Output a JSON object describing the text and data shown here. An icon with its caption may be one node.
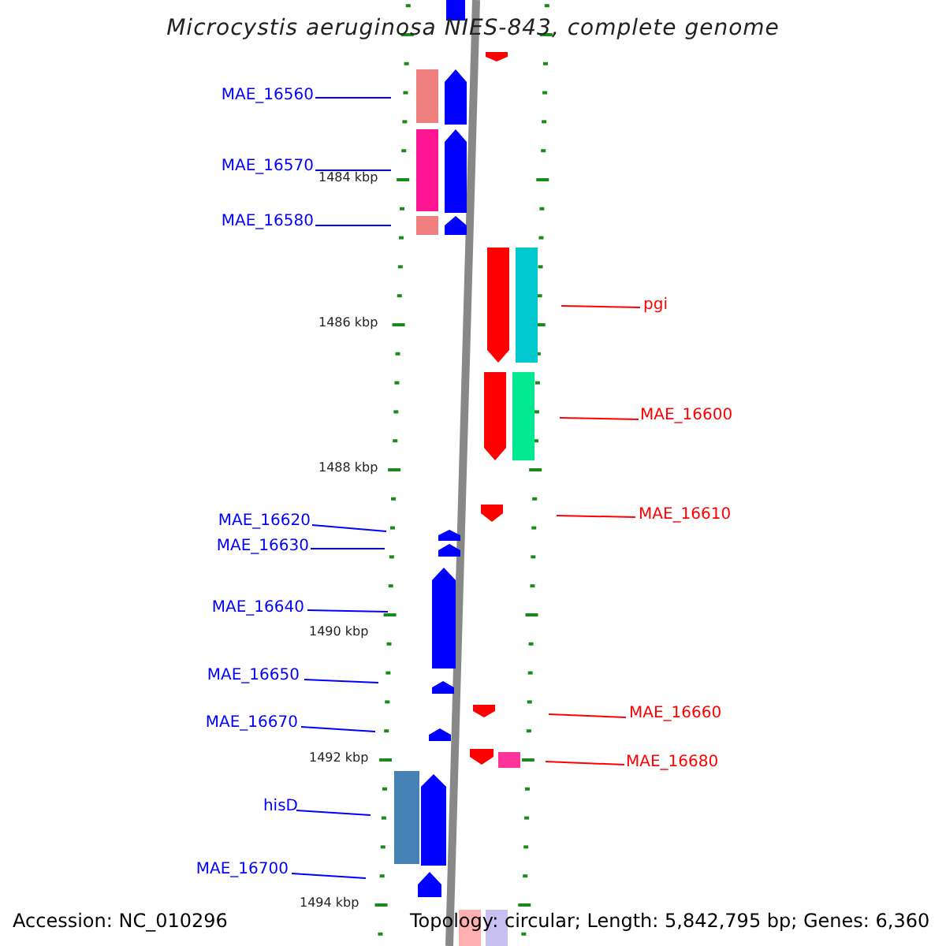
{
  "diagram": {
    "title": "Microcystis aeruginosa NIES-843, complete genome",
    "nodes": [
      {
        "text": [
          "MAE_16560"
        ]
      },
      {
        "text": [
          "MAE_16570"
        ]
      },
      {
        "text": [
          "MAE_16580"
        ]
      },
      {
        "text": [
          "pgi"
        ]
      },
      {
        "text": [
          "MAE_16600"
        ]
      },
      {
        "text": [
          "MAE_16610"
        ]
      },
      {
        "text": [
          "MAE_16620"
        ]
      },
      {
        "text": [
          "MAE_16630"
        ]
      },
      {
        "text": [
          "MAE_16640"
        ]
      },
      {
        "text": [
          "MAE_16650"
        ]
      },
      {
        "text": [
          "MAE_16660"
        ]
      },
      {
        "text": [
          "MAE_16670"
        ]
      },
      {
        "text": [
          "MAE_16680"
        ]
      },
      {
        "text": [
          "hisD"
        ]
      },
      {
        "text": [
          "MAE_16700"
        ]
      }
    ],
    "edges": [
      {
        "from": 0,
        "to": null,
        "arrow": "none"
      },
      {
        "from": 1,
        "to": null,
        "arrow": "none"
      },
      {
        "from": 2,
        "to": null,
        "arrow": "none"
      },
      {
        "from": 3,
        "to": null,
        "arrow": "none",
        "color": "#ff0000"
      },
      {
        "from": 4,
        "to": null,
        "arrow": "none",
        "color": "#ff0000"
      },
      {
        "from": 5,
        "to": null,
        "arrow": "none",
        "color": "#ff0000"
      },
      {
        "from": 6,
        "to": null,
        "arrow": "none"
      },
      {
        "from": 7,
        "to": null,
        "arrow": "none"
      },
      {
        "from": 8,
        "to": null,
        "arrow": "none"
      },
      {
        "from": 9,
        "to": null,
        "arrow": "none"
      },
      {
        "from": 10,
        "to": null,
        "arrow": "none",
        "color": "#ff0000"
      },
      {
        "from": 11,
        "to": null,
        "arrow": "none"
      },
      {
        "from": 12,
        "to": null,
        "arrow": "none",
        "color": "#ff0000"
      },
      {
        "from": 13,
        "to": null,
        "arrow": "none"
      },
      {
        "from": 14,
        "to": null,
        "arrow": "none"
      }
    ],
    "labels": [
      "1484 kbp",
      "1486 kbp",
      "1488 kbp",
      "1490 kbp",
      "1492 kbp",
      "1494 kbp",
      "Accession: NC_010296",
      "Topology: circular; Length: 5,842,795 bp; Genes: 6,360"
    ]
  }
}
